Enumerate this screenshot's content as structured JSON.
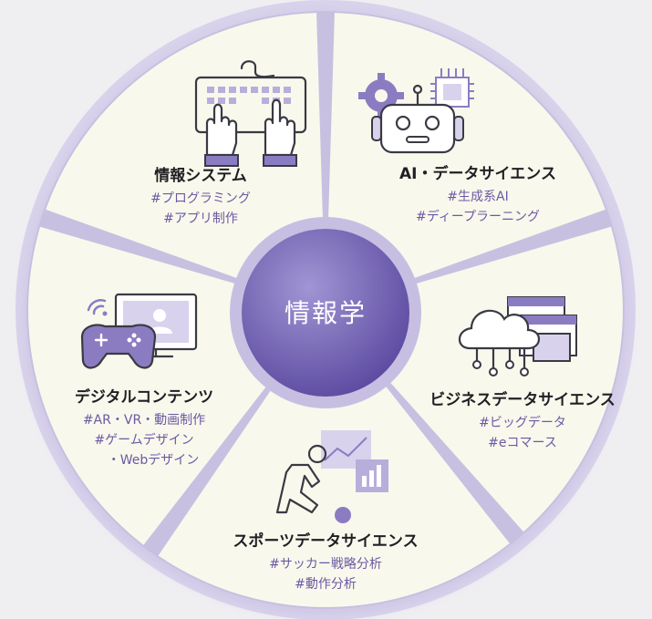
{
  "center": {
    "label": "情報学"
  },
  "segments": [
    {
      "id": "info-system",
      "title": "情報システム",
      "tags": [
        "#プログラミング",
        "#アプリ制作"
      ],
      "icon": "keyboard-hands-icon"
    },
    {
      "id": "ai-data-science",
      "title": "AI・データサイエンス",
      "tags": [
        "#生成系AI",
        "#ディープラーニング"
      ],
      "icon": "robot-chip-icon"
    },
    {
      "id": "business-data-science",
      "title": "ビジネスデータサイエンス",
      "tags": [
        "#ビッグデータ",
        "#eコマース"
      ],
      "icon": "cloud-network-icon"
    },
    {
      "id": "sports-data-science",
      "title": "スポーツデータサイエンス",
      "tags": [
        "#サッカー戦略分析",
        "#動作分析"
      ],
      "icon": "soccer-player-icon"
    },
    {
      "id": "digital-contents",
      "title": "デジタルコンテンツ",
      "tags": [
        "#AR・VR・動画制作",
        "#ゲームデザイン",
        "・Webデザイン"
      ],
      "icon": "game-monitor-icon"
    }
  ],
  "colors": {
    "segment_fill": "#f9f8ec",
    "divider": "#c7c0e0",
    "outer_ring": "#d6d0ea",
    "center_dark": "#5a47a0",
    "center_light": "#9a8ccf",
    "tag_text": "#6a5aa4",
    "accent_purple": "#8b7cc2"
  }
}
